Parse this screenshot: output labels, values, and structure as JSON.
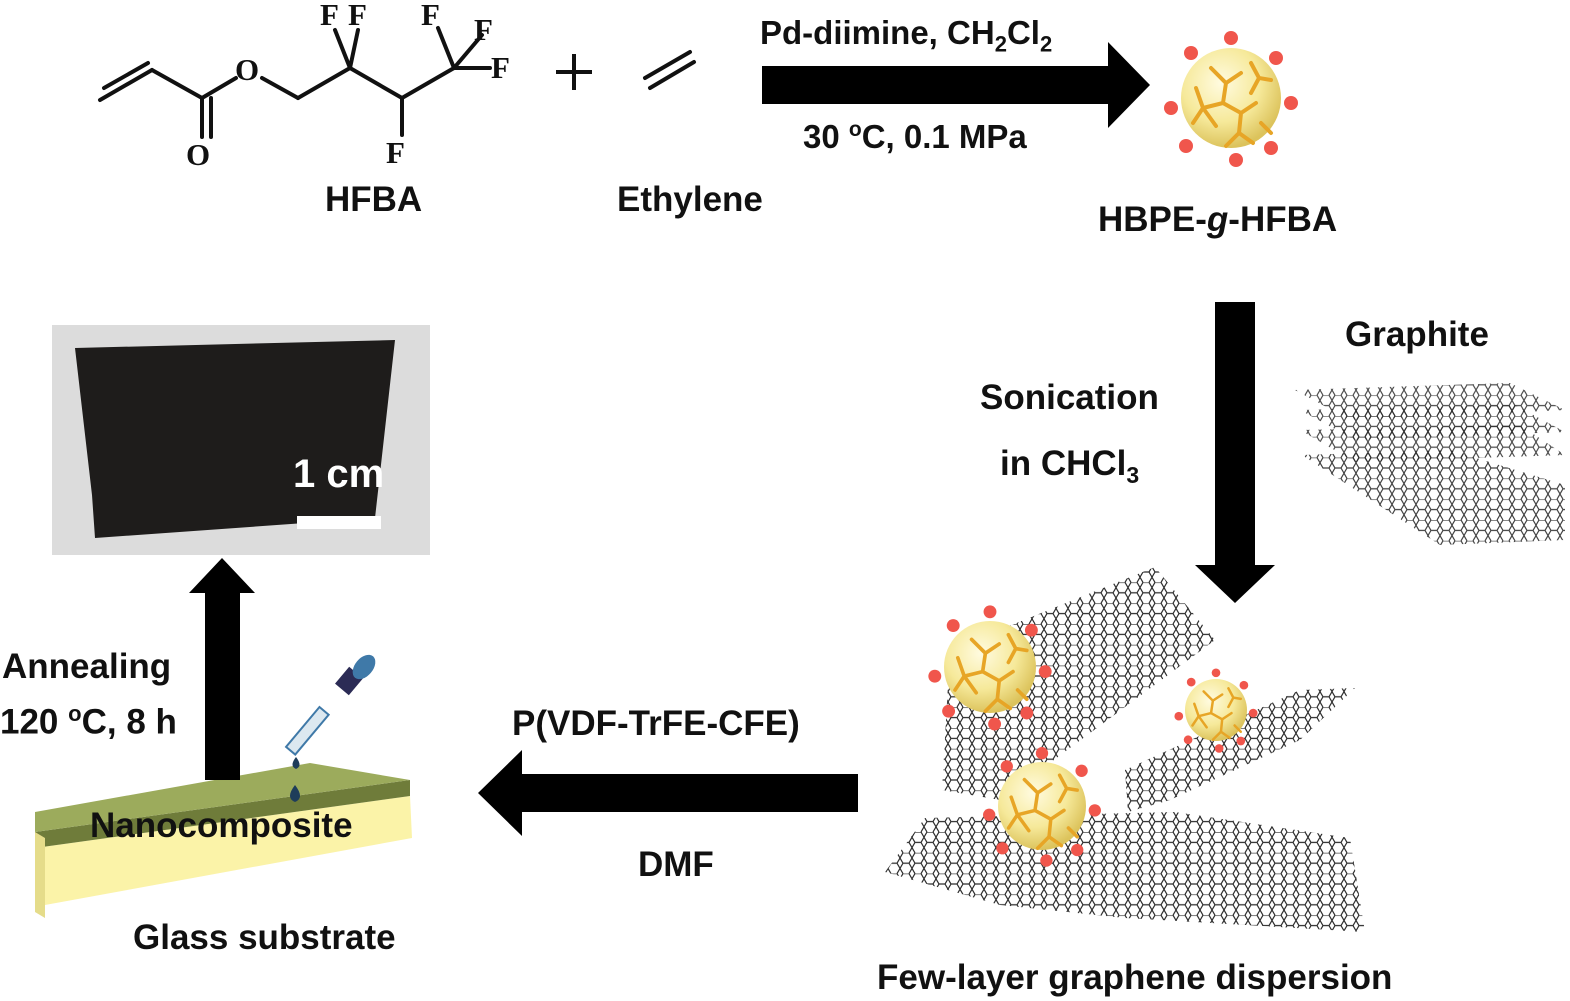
{
  "reactants": {
    "hfba": {
      "label": "HFBA",
      "atoms": {
        "o_ester": "O",
        "o_carbonyl": "O",
        "f1": "F",
        "f2": "F",
        "f3": "F",
        "f4": "F",
        "f5": "F",
        "f6": "F"
      }
    },
    "plus": "+",
    "ethylene": {
      "label": "Ethylene"
    }
  },
  "step1": {
    "above_prefix": "Pd-diimine, CH",
    "above_sub1": "2",
    "above_mid": "Cl",
    "above_sub2": "2",
    "below_value": "30",
    "below_sup": "o",
    "below_rest": "C, 0.1 MPa"
  },
  "product": {
    "label_prefix": "HBPE-",
    "label_italic": "g",
    "label_suffix": "-HFBA"
  },
  "step2": {
    "line1": "Sonication",
    "line2_prefix": "in CHCl",
    "line2_sub": "3"
  },
  "graphite": {
    "label": "Graphite"
  },
  "dispersion": {
    "label": "Few-layer graphene dispersion"
  },
  "step3": {
    "above": "P(VDF-TrFE-CFE)",
    "below": "DMF"
  },
  "film": {
    "layer_label": "Nanocomposite",
    "substrate_label": "Glass substrate"
  },
  "step4": {
    "line1": "Annealing",
    "line2_value": "120",
    "line2_sup": "o",
    "line2_rest": "C, 8 h"
  },
  "photo": {
    "scale_label": "1 cm"
  },
  "colors": {
    "arrow": "#000000",
    "sphere_core": "#f6f1b4",
    "sphere_branch": "#e7a526",
    "sphere_dot": "#f0564c",
    "film_top": "#9cab5c",
    "film_edge": "#6f7c3a",
    "substrate": "#fbf3a8",
    "photo_bg": "#dcdcdc",
    "photo_film": "#1e1c1b",
    "dropper_bulb": "#3f79a8"
  }
}
